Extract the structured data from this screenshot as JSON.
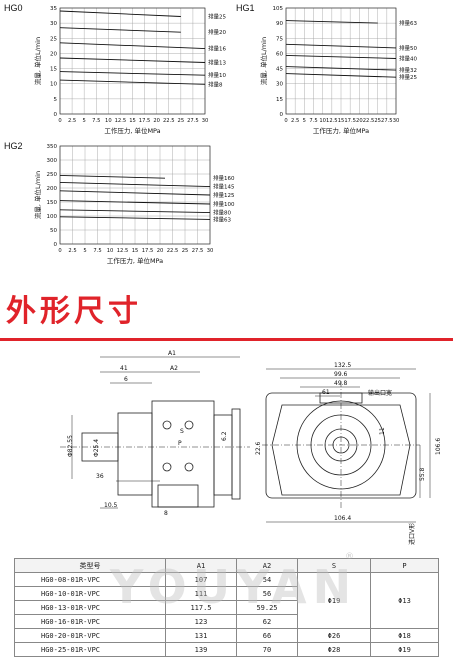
{
  "chart_data": [
    {
      "type": "line",
      "title": "HG0",
      "ylabel": "流量, 单位L/min",
      "xlabel": "工作压力, 单位MPa",
      "x_ticks": [
        "2.5",
        "5",
        "7.5",
        "10",
        "12.5",
        "15",
        "17.5",
        "20",
        "22.5",
        "25",
        "27.5",
        "30"
      ],
      "y_ticks": [
        "0",
        "5",
        "10",
        "15",
        "20",
        "25",
        "30",
        "35"
      ],
      "xlim": [
        0,
        30
      ],
      "ylim": [
        0,
        35
      ],
      "series": [
        {
          "name": "排量25",
          "values": [
            [
              0,
              34
            ],
            [
              25,
              32.2
            ]
          ]
        },
        {
          "name": "排量20",
          "values": [
            [
              0,
              28.5
            ],
            [
              25,
              27
            ]
          ]
        },
        {
          "name": "排量16",
          "values": [
            [
              0,
              23.5
            ],
            [
              30,
              21.6
            ]
          ]
        },
        {
          "name": "排量13",
          "values": [
            [
              0,
              18.5
            ],
            [
              30,
              17
            ]
          ]
        },
        {
          "name": "排量10",
          "values": [
            [
              0,
              14
            ],
            [
              30,
              12.8
            ]
          ]
        },
        {
          "name": "排量8",
          "values": [
            [
              0,
              11.2
            ],
            [
              30,
              9.8
            ]
          ]
        }
      ]
    },
    {
      "type": "line",
      "title": "HG1",
      "ylabel": "流量, 单位L/min",
      "xlabel": "工作压力, 单位MPa",
      "x_ticks": [
        "2.5",
        "5",
        "7.5",
        "10",
        "12.5",
        "15",
        "17.5",
        "20",
        "22.5",
        "25",
        "27.5",
        "30"
      ],
      "y_ticks": [
        "0",
        "15",
        "30",
        "45",
        "60",
        "75",
        "90",
        "105"
      ],
      "xlim": [
        0,
        30
      ],
      "ylim": [
        0,
        105
      ],
      "series": [
        {
          "name": "排量63",
          "values": [
            [
              0,
              92.5
            ],
            [
              25,
              90
            ]
          ]
        },
        {
          "name": "排量50",
          "values": [
            [
              0,
              69
            ],
            [
              30,
              65.5
            ]
          ]
        },
        {
          "name": "排量40",
          "values": [
            [
              0,
              58
            ],
            [
              30,
              55
            ]
          ]
        },
        {
          "name": "排量32",
          "values": [
            [
              0,
              47
            ],
            [
              30,
              43.5
            ]
          ]
        },
        {
          "name": "排量25",
          "values": [
            [
              0,
              40
            ],
            [
              30,
              36.5
            ]
          ]
        }
      ]
    },
    {
      "type": "line",
      "title": "HG2",
      "ylabel": "流量, 单位L/min",
      "xlabel": "工作压力, 单位MPa",
      "x_ticks": [
        "2.5",
        "5",
        "7.5",
        "10",
        "12.5",
        "15",
        "17.5",
        "20",
        "22.5",
        "25",
        "27.5",
        "30"
      ],
      "y_ticks": [
        "0",
        "50",
        "100",
        "150",
        "200",
        "250",
        "300",
        "350"
      ],
      "xlim": [
        0,
        30
      ],
      "ylim": [
        0,
        350
      ],
      "series": [
        {
          "name": "排量160",
          "values": [
            [
              0,
              245
            ],
            [
              21,
              235
            ]
          ]
        },
        {
          "name": "排量145",
          "values": [
            [
              0,
              220
            ],
            [
              30,
              205
            ]
          ]
        },
        {
          "name": "排量125",
          "values": [
            [
              0,
              190
            ],
            [
              30,
              175
            ]
          ]
        },
        {
          "name": "排量100",
          "values": [
            [
              0,
              155
            ],
            [
              30,
              143
            ]
          ]
        },
        {
          "name": "排量80",
          "values": [
            [
              0,
              122
            ],
            [
              30,
              112
            ]
          ]
        },
        {
          "name": "排量63",
          "values": [
            [
              0,
              97
            ],
            [
              30,
              88
            ]
          ]
        }
      ]
    }
  ],
  "section_title": "外形尺寸",
  "drawing": {
    "dims": {
      "a1": "A1",
      "a2": "A2",
      "d41": "41",
      "d6": "6",
      "dia": "Φ82.55",
      "shaft": "Φ25.4",
      "d36": "36",
      "d105": "10.5",
      "d8": "8",
      "s": "S",
      "p": "P",
      "d62": "6.2",
      "w1325": "132.5",
      "w996": "99.6",
      "w498": "49.8",
      "w61": "61",
      "d226": "22.6",
      "d11": "11",
      "d1066": "106.6",
      "d558": "55.8",
      "w1064": "106.4"
    },
    "labels": {
      "outlet": "输出口宽",
      "inlet": "进口V形"
    }
  },
  "watermark": "YOUYAN",
  "table": {
    "headers": [
      "类型号",
      "A1",
      "A2",
      "S",
      "P"
    ],
    "rows": [
      {
        "model": "HG0-08-01R-VPC",
        "a1": "107",
        "a2": "54"
      },
      {
        "model": "HG0-10-01R-VPC",
        "a1": "111",
        "a2": "56"
      },
      {
        "model": "HG0-13-01R-VPC",
        "a1": "117.5",
        "a2": "59.25"
      },
      {
        "model": "HG0-16-01R-VPC",
        "a1": "123",
        "a2": "62"
      },
      {
        "model": "HG0-20-01R-VPC",
        "a1": "131",
        "a2": "66",
        "s": "Φ26",
        "p": "Φ18"
      },
      {
        "model": "HG0-25-01R-VPC",
        "a1": "139",
        "a2": "70",
        "s": "Φ28",
        "p": "Φ19"
      }
    ],
    "merged_s": "Φ19",
    "merged_p": "Φ13"
  }
}
